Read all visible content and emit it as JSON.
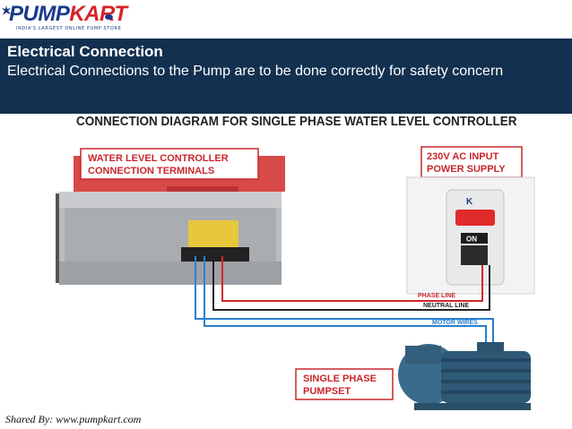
{
  "logo": {
    "brand_part1": "PUMP",
    "brand_part2": "KART",
    "tagline": "INDIA'S LARGEST ONLINE PUMP STORE"
  },
  "banner": {
    "title": "Electrical Connection",
    "body": "Electrical Connections to the Pump are to be done correctly for safety concern"
  },
  "diagram": {
    "title": "CONNECTION DIAGRAM FOR SINGLE PHASE  WATER LEVEL CONTROLLER",
    "controller_label_line1": "WATER LEVEL CONTROLLER",
    "controller_label_line2": "CONNECTION TERMINALS",
    "power_label_line1": "230V AC INPUT",
    "power_label_line2": "POWER SUPPLY",
    "pump_label_line1": "SINGLE PHASE",
    "pump_label_line2": "PUMPSET",
    "phase_line": "PHASE LINE",
    "neutral_line": "NEUTRAL LINE",
    "motor_wires": "MOTOR WIRES",
    "switch_on": "ON",
    "colors": {
      "phase": "#d6242a",
      "neutral": "#222222",
      "motor": "#2a7fd0",
      "label": "#c8262b",
      "banner": "#12304f"
    }
  },
  "credit": "Shared By: www.pumpkart.com"
}
